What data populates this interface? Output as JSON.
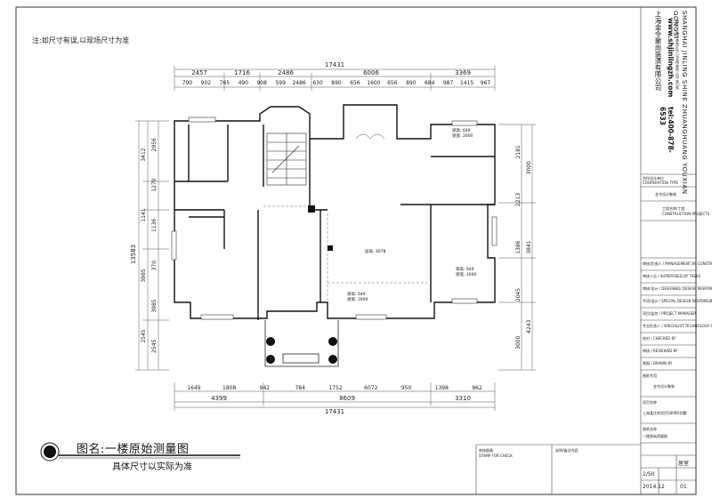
{
  "note": "注:如尺寸有误,以现场尺寸为准",
  "figure_title": "图名:一楼原始测量图",
  "figure_subtitle": "具体尺寸以实际为准",
  "title_block": {
    "company_cn": "上海金令聚尚装潢有限公司",
    "company_en": "SHANGHAI JINLING SHINE ZHUANGHUANG YOUXIAN GONGSI",
    "website": "www.shjinlingzh.com",
    "tel": "tel:400-878-6533",
    "address": "地址:上海市普陀区中山北路 普陀公园 第1楼",
    "field_1": "合作设计单位",
    "field_2": "COOPERATION TYPE",
    "field_3": "金令设计聚装",
    "field_4": "工程名称/工程",
    "field_5": "CONSTRUCTION PROJECTS",
    "fields_small": [
      "审核/负责人 / MANAGEMENT BY CONSTRUCTION",
      "审核人员 / SUPERVISED BY TASKS",
      "审核/设计 / DESIGNED/ DESIGN RESPONSIBILITY",
      "专项/设计 / SPECIAL DESIGN RESPONSIBILITY",
      "项目/监控 / PROJECT MANAGER",
      "专业负责人 / SPECIALIST TECHNOLOGY OF",
      "校对 / CHECKED BY",
      "审核 / REVIEWED BY",
      "制图 / DRAWN BY"
    ],
    "field_6": "图纸专用",
    "field_7": "金令设计聚装",
    "proj_name_label": "项目名称",
    "proj_name": "上海某住宅项目580M2别墅",
    "drawing_name_label": "图纸名称",
    "drawing_name": "一楼原始测量图",
    "footer_left": "审核图章",
    "footer_left_en": "STAMP FOR CHECK",
    "footer_mid": "说明/备注内容",
    "scale": "1/50",
    "date": "2014.12",
    "stage": "居室",
    "sheet_no": "01"
  },
  "dims_top": {
    "total": "17431",
    "row2": [
      "2457",
      "1716",
      "2486",
      "6006",
      "3369"
    ],
    "row3": [
      "790",
      "902",
      "765",
      "490",
      "908",
      "599",
      "2486",
      "630",
      "890",
      "656",
      "1600",
      "656",
      "890",
      "684",
      "987",
      "1415",
      "967"
    ]
  },
  "dims_bottom": {
    "row1": [
      "1649",
      "1808",
      "942",
      "784",
      "1752",
      "6072",
      "950",
      "1398",
      "962"
    ],
    "row2": [
      "4399",
      "8609",
      "3310"
    ],
    "total": "17431"
  },
  "dims_left": {
    "total": "13583",
    "outer": [
      "3412",
      "1141",
      "3985",
      "2545"
    ],
    "inner": [
      "2956",
      "1270",
      "1136",
      "370",
      "3985",
      "2545"
    ]
  },
  "dims_right": {
    "outer": [
      "3000",
      "3841",
      "4243"
    ],
    "inner": [
      "2181",
      "2213",
      "1386",
      "2045",
      "3000"
    ]
  },
  "room_labels": [
    {
      "text": "层高: 4078"
    },
    {
      "text": "梁高: 649"
    },
    {
      "text": "梁宽: 2000"
    },
    {
      "text": "梁高: 649"
    },
    {
      "text": "梁宽: 2000"
    },
    {
      "text": "梁高: 649"
    },
    {
      "text": "梁宽: 2000"
    }
  ]
}
